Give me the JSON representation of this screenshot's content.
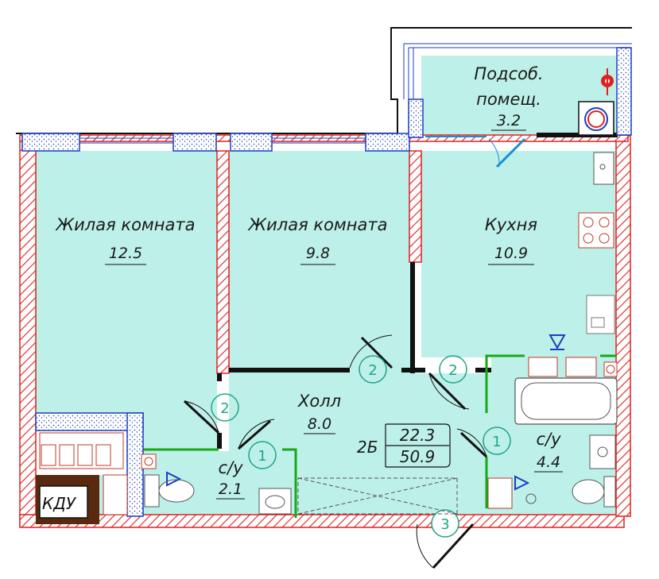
{
  "rooms": {
    "living1": {
      "name": "Жилая комната",
      "area": "12.5"
    },
    "living2": {
      "name": "Жилая комната",
      "area": "9.8"
    },
    "kitchen": {
      "name": "Кухня",
      "area": "10.9"
    },
    "utility": {
      "name_line1": "Подсоб.",
      "name_line2": "помещ.",
      "area": "3.2"
    },
    "hall": {
      "name": "Холл",
      "area": "8.0"
    },
    "bath_small": {
      "name": "с/у",
      "area": "2.1"
    },
    "bath_large": {
      "name": "с/у",
      "area": "4.4"
    }
  },
  "apartment_tag": {
    "type": "2Б",
    "living_area": "22.3",
    "total_area": "50.9"
  },
  "kdu_label": "КДУ",
  "door_numbers": [
    "2",
    "2",
    "2",
    "1",
    "1",
    "3"
  ],
  "colors": {
    "floor": "#bdf0e8",
    "wall_outline": "#e02020",
    "hatch": "#e02020",
    "door_circle": "#1fa585",
    "window": "#1a3fc0",
    "partition_green": "#18a818",
    "kdu_fill": "#5a2a10"
  },
  "icons": [
    "sink-icon",
    "stove-icon",
    "bathtub-icon",
    "toilet-icon",
    "boiler-icon",
    "riser-icon",
    "water-meter-icon"
  ]
}
